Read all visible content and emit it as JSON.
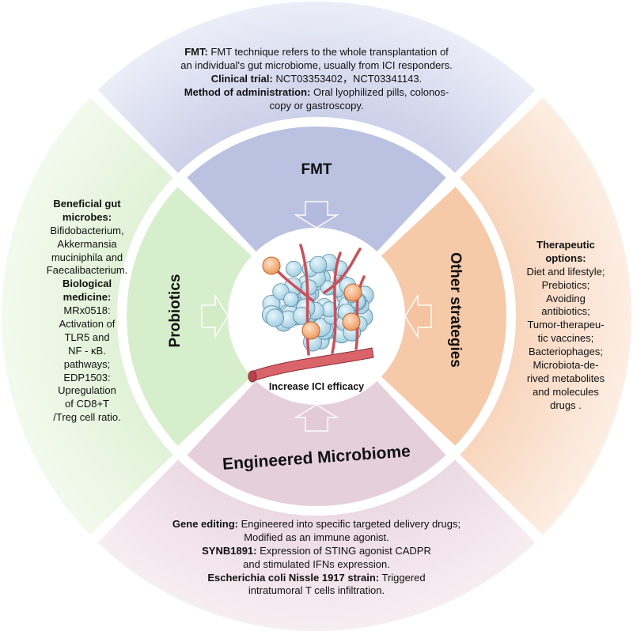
{
  "segments": {
    "top": {
      "title": "FMT",
      "lines": [
        {
          "bold": "FMT:",
          "text": " FMT technique refers to the whole transplantation of"
        },
        {
          "bold": "",
          "text": "an individual's gut microbiome, usually from ICI responders."
        },
        {
          "bold": "Clinical trial:",
          "text": " NCT03353402，NCT03341143."
        },
        {
          "bold": "Method of administration:",
          "text": " Oral lyophilized pills, colonos-"
        },
        {
          "bold": "",
          "text": "copy or gastroscopy."
        }
      ]
    },
    "left": {
      "title": "Probiotics",
      "lines": [
        {
          "bold": "Beneficial gut",
          "text": ""
        },
        {
          "bold": "microbes:",
          "text": ""
        },
        {
          "bold": "",
          "text": "Bifidobacterium,"
        },
        {
          "bold": "",
          "text": "Akkermansia"
        },
        {
          "bold": "",
          "text": "muciniphila and"
        },
        {
          "bold": "",
          "text": "Faecalibacterium."
        },
        {
          "bold": "Biological",
          "text": ""
        },
        {
          "bold": "medicine:",
          "text": ""
        },
        {
          "bold": "",
          "text": "MRx0518:"
        },
        {
          "bold": "",
          "text": "Activation of"
        },
        {
          "bold": "",
          "text": "TLR5 and"
        },
        {
          "bold": "",
          "text": "NF - κB."
        },
        {
          "bold": "",
          "text": "pathways;"
        },
        {
          "bold": "",
          "text": "EDP1503:"
        },
        {
          "bold": "",
          "text": "Upregulation"
        },
        {
          "bold": "",
          "text": "of CD8+T"
        },
        {
          "bold": "",
          "text": "/Treg cell ratio."
        }
      ]
    },
    "right": {
      "title": "Other strategies",
      "lines": [
        {
          "bold": "Therapeutic",
          "text": ""
        },
        {
          "bold": "options:",
          "text": ""
        },
        {
          "bold": "",
          "text": "Diet and lifestyle;"
        },
        {
          "bold": "",
          "text": "Prebiotics;"
        },
        {
          "bold": "",
          "text": "Avoiding"
        },
        {
          "bold": "",
          "text": "antibiotics;"
        },
        {
          "bold": "",
          "text": "Tumor-therapeu-"
        },
        {
          "bold": "",
          "text": "tic vaccines;"
        },
        {
          "bold": "",
          "text": "Bacteriophages;"
        },
        {
          "bold": "",
          "text": "Microbiota-de-"
        },
        {
          "bold": "",
          "text": "rived metabolites"
        },
        {
          "bold": "",
          "text": "and molecules"
        },
        {
          "bold": "",
          "text": "drugs ."
        }
      ]
    },
    "bottom": {
      "title": "Engineered Microbiome",
      "lines": [
        {
          "bold": "Gene editing:",
          "text": " Engineered  into specific targeted delivery drugs;"
        },
        {
          "bold": "",
          "text": "Modified as an immune agonist."
        },
        {
          "bold": "SYNB1891:",
          "text": " Expression of STING agonist CADPR"
        },
        {
          "bold": "",
          "text": "and stimulated IFNs expression."
        },
        {
          "bold": "Escherichia coli Nissle 1917 strain:",
          "text": " Triggered"
        },
        {
          "bold": "",
          "text": "intratumoral T cells infiltration."
        }
      ]
    }
  },
  "center": {
    "label": "Increase ICI efficacy"
  },
  "colors": {
    "top": "#b4bade",
    "left": "#d3ecc7",
    "right": "#f5c3a0",
    "bottom": "#e2cbd6",
    "vessel": "#d9646c",
    "cell": "#bfe0ec",
    "tcell": "#f3a56e"
  }
}
